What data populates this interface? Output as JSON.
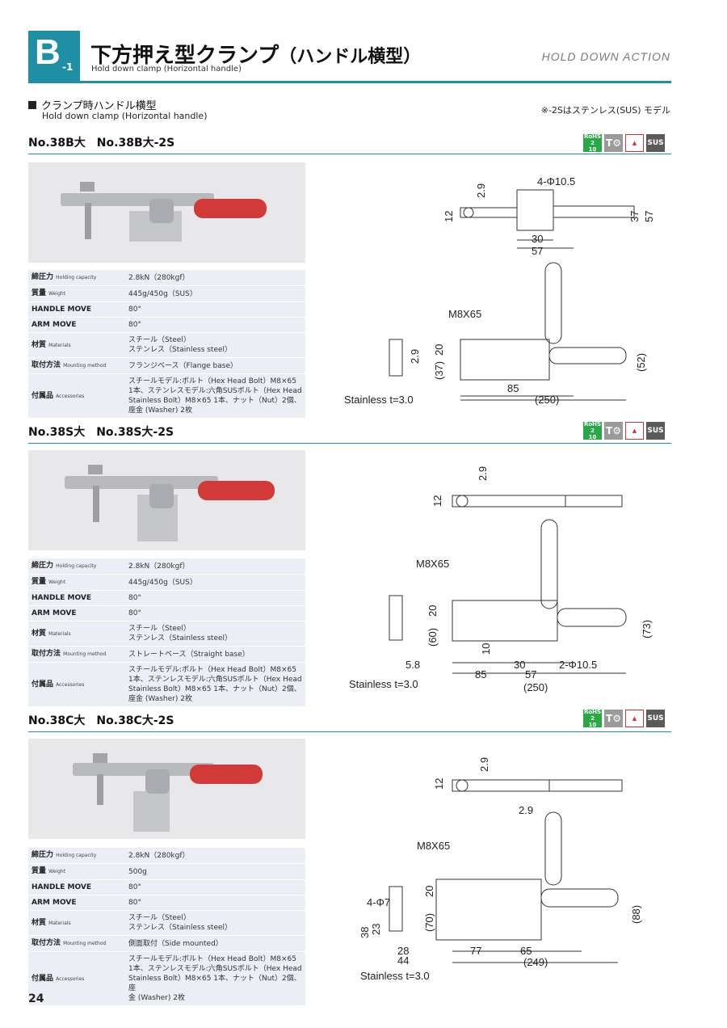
{
  "header": {
    "badge_letter": "B",
    "badge_sub": "-1",
    "title": "下方押え型クランプ",
    "title_paren": "（ハンドル横型）",
    "subtitle": "Hold down clamp (Horizontal handle)",
    "category_en": "HOLD DOWN ACTION"
  },
  "section": {
    "title": "クランプ時ハンドル横型",
    "subtitle": "Hold down clamp (Horizontal handle)",
    "note": "※-2Sはステンレス(SUS) モデル"
  },
  "cert_icons": {
    "rohs": "RoHS 2\n10",
    "tool": "T⚙",
    "sus": "SUS"
  },
  "colors": {
    "accent": "#1f8fa6",
    "rohs": "#2aa845",
    "handle_red": "#d23a3a"
  },
  "labels": {
    "holding": "締圧力",
    "holding_en": "Holding capacity",
    "weight": "質量",
    "weight_en": "Weight",
    "handle_move": "HANDLE MOVE",
    "arm_move": "ARM MOVE",
    "materials": "材質",
    "materials_en": "Materials",
    "mounting": "取付方法",
    "mounting_en": "Mounting method",
    "accessories": "付属品",
    "accessories_en": "Accessories"
  },
  "models": [
    {
      "name": "No.38B大　No.38B大-2S",
      "holding": "2.8kN（280kgf）",
      "weight": "445g/450g（SUS）",
      "handle_move": "80°",
      "arm_move": "80°",
      "materials": "スチール（Steel）\nステンレス（Stainless steel）",
      "mounting": "フランジベース（Flange base）",
      "accessories": "スチールモデル:ボルト（Hex Head Bolt）M8×65\n1本、ステンレスモデル:六角SUSボルト（Hex Head\nStainless Bolt）M8×65 1本、ナット（Nut）2個、\n座金 (Washer) 2枚",
      "dims": {
        "d1": "4-Φ10.5",
        "d2": "2.9",
        "d3": "12",
        "d4": "37",
        "d5": "57",
        "d6": "30",
        "d7": "57",
        "d8": "M8X65",
        "d9": "20",
        "d10": "2.9",
        "d11": "(37)",
        "d12": "(52)",
        "d13": "85",
        "d14": "(250)",
        "d15": "Stainless t=3.0"
      }
    },
    {
      "name": "No.38S大　No.38S大-2S",
      "holding": "2.8kN（280kgf）",
      "weight": "445g/450g（SUS）",
      "handle_move": "80°",
      "arm_move": "80°",
      "materials": "スチール（Steel）\nステンレス（Stainless steel）",
      "mounting": "ストレートベース（Straight base）",
      "accessories": "スチールモデル:ボルト（Hex Head Bolt）M8×65\n1本、ステンレスモデル:六角SUSボルト（Hex Head\nStainless Bolt）M8×65 1本、ナット（Nut）2個、\n座金 (Washer) 2枚",
      "dims": {
        "d1": "2.9",
        "d2": "12",
        "d3": "M8X65",
        "d4": "20",
        "d5": "(60)",
        "d6": "(73)",
        "d7": "10",
        "d8": "5.8",
        "d9": "30",
        "d10": "57",
        "d11": "85",
        "d12": "2-Φ10.5",
        "d13": "(250)",
        "d14": "Stainless t=3.0"
      }
    },
    {
      "name": "No.38C大　No.38C大-2S",
      "holding": "2.8kN（280kgf）",
      "weight": "500g",
      "handle_move": "80°",
      "arm_move": "80°",
      "materials": "スチール（Steel）\nステンレス（Stainless steel）",
      "mounting": "側面取付（Side mounted）",
      "accessories": "スチールモデル:ボルト（Hex Head Bolt）M8×65\n1本、ステンレスモデル:六角SUSボルト（Hex Head\nStainless Bolt）M8×65 1本、ナット（Nut）2個、座\n金 (Washer) 2枚",
      "dims": {
        "d1": "2.9",
        "d2": "12",
        "d3": "2.9",
        "d4": "M8X65",
        "d5": "20",
        "d6": "4-Φ7",
        "d7": "(70)",
        "d8": "(88)",
        "d9": "38",
        "d10": "23",
        "d11": "28",
        "d12": "44",
        "d13": "77",
        "d14": "65",
        "d15": "(249)",
        "d16": "Stainless t=3.0"
      }
    }
  ],
  "page_number": "24"
}
